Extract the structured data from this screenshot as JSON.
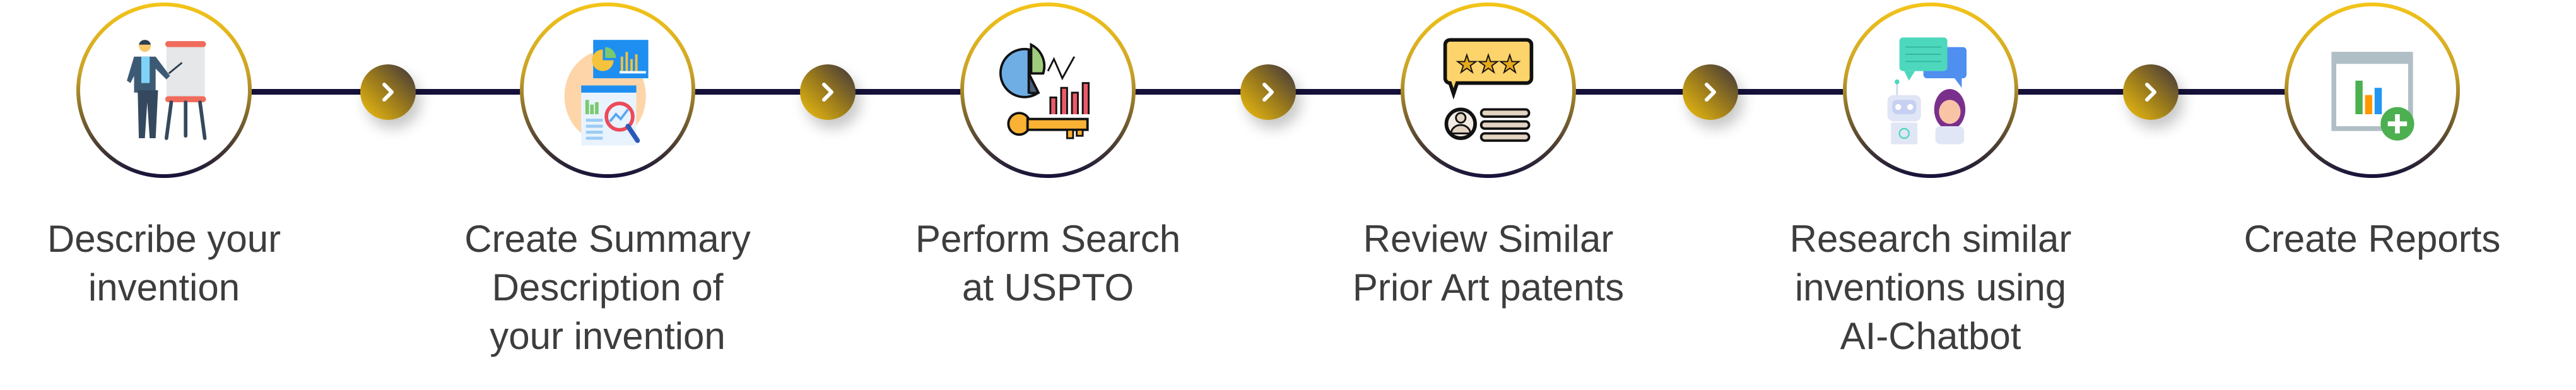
{
  "steps": [
    {
      "icon": "presenter-icon",
      "lines": [
        "Describe your",
        "invention"
      ]
    },
    {
      "icon": "analytics-search-icon",
      "lines": [
        "Create Summary",
        "Description of",
        "your invention"
      ]
    },
    {
      "icon": "chart-key-icon",
      "lines": [
        "Perform Search",
        "at USPTO"
      ]
    },
    {
      "icon": "review-rating-icon",
      "lines": [
        "Review Similar",
        "Prior Art patents"
      ]
    },
    {
      "icon": "chatbot-icon",
      "lines": [
        "Research similar",
        "inventions using",
        "AI-Chatbot"
      ]
    },
    {
      "icon": "add-report-icon",
      "lines": [
        "Create Reports"
      ]
    }
  ],
  "colors": {
    "line": "#15113a",
    "accent": "#f0c010",
    "text": "#3d3d3d"
  }
}
